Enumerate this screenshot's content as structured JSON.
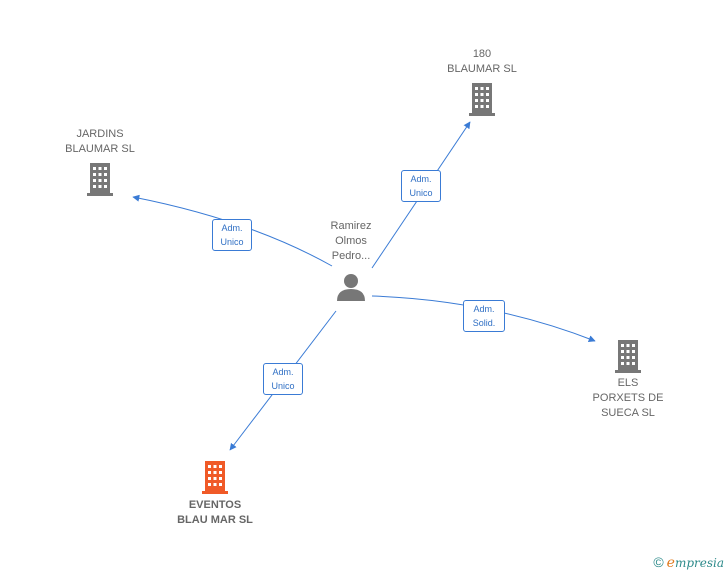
{
  "colors": {
    "edge": "#3a7bd5",
    "company": "#777777",
    "main_company": "#f05a28",
    "person": "#777777"
  },
  "nodes": {
    "n180": {
      "label": "180\nBLAUMAR  SL",
      "icon": "building-icon"
    },
    "jardins": {
      "label": "JARDINS\nBLAUMAR  SL",
      "icon": "building-icon"
    },
    "person": {
      "label": "Ramirez\nOlmos\nPedro...",
      "icon": "person-icon"
    },
    "els": {
      "label": "ELS\nPORXETS DE\nSUECA  SL",
      "icon": "building-icon"
    },
    "eventos": {
      "label": "EVENTOS\nBLAU MAR  SL",
      "icon": "building-icon"
    }
  },
  "edges": {
    "to_180": {
      "label": "Adm.\nUnico"
    },
    "to_jardins": {
      "label": "Adm.\nUnico"
    },
    "to_els": {
      "label": "Adm.\nSolid."
    },
    "to_eventos": {
      "label": "Adm.\nUnico"
    }
  },
  "brand": {
    "copyright": "©",
    "e": "e",
    "rest": "mpresia"
  }
}
